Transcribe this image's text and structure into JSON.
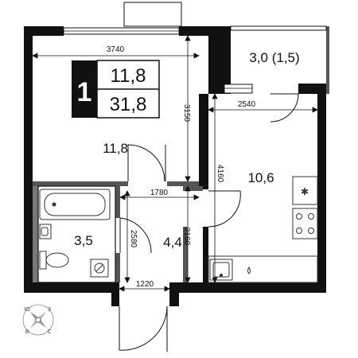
{
  "badge": {
    "rooms": "1",
    "living_area": "11,8",
    "total_area": "31,8"
  },
  "rooms": {
    "living": "11,8",
    "kitchen": "10,6",
    "balcony": "3,0 (1,5)",
    "bathroom": "3,5",
    "hall": "4,4"
  },
  "dimensions": {
    "living_width": "3740",
    "living_depth": "3150",
    "kitchen_width": "2540",
    "kitchen_depth": "4160",
    "hall_width": "1780",
    "hall_depth": "2160",
    "bath_depth": "2580",
    "entry_width": "1220"
  },
  "compass": {
    "north": "С",
    "south": "Ю",
    "east": "В",
    "west": "З"
  },
  "colors": {
    "wall": "#111111",
    "partition": "#555555",
    "fixture": "#333333"
  }
}
